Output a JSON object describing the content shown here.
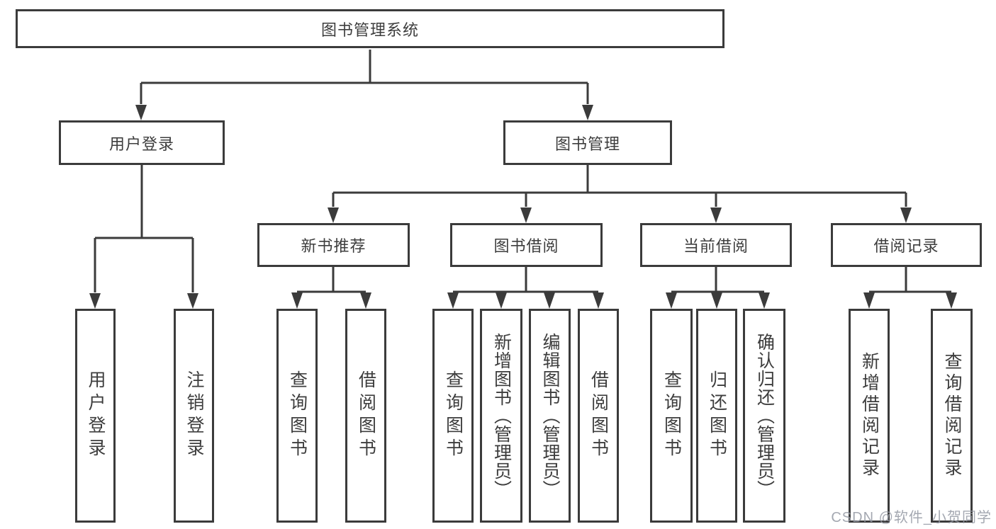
{
  "tree": {
    "root": {
      "label": "图书管理系统"
    },
    "branches": [
      {
        "label": "用户登录",
        "children": [
          {
            "label": "用户登录"
          },
          {
            "label": "注销登录"
          }
        ]
      },
      {
        "label": "图书管理",
        "children": [
          {
            "label": "新书推荐",
            "children": [
              {
                "label": "查询图书"
              },
              {
                "label": "借阅图书"
              }
            ]
          },
          {
            "label": "图书借阅",
            "children": [
              {
                "label": "查询图书"
              },
              {
                "label": "新增图书（管理员）"
              },
              {
                "label": "编辑图书（管理员）"
              },
              {
                "label": "借阅图书"
              }
            ]
          },
          {
            "label": "当前借阅",
            "children": [
              {
                "label": "查询图书"
              },
              {
                "label": "归还图书"
              },
              {
                "label": "确认归还（管理员）"
              }
            ]
          },
          {
            "label": "借阅记录",
            "children": [
              {
                "label": "新增借阅记录"
              },
              {
                "label": "查询借阅记录"
              }
            ]
          }
        ]
      }
    ]
  },
  "watermark": {
    "text": "CSDN @软件_小贺同学"
  },
  "colors": {
    "line": "#3b3b3b",
    "text": "#3d3d3d",
    "background": "#ffffff",
    "watermark": "rgba(148,153,163,0.85)"
  }
}
